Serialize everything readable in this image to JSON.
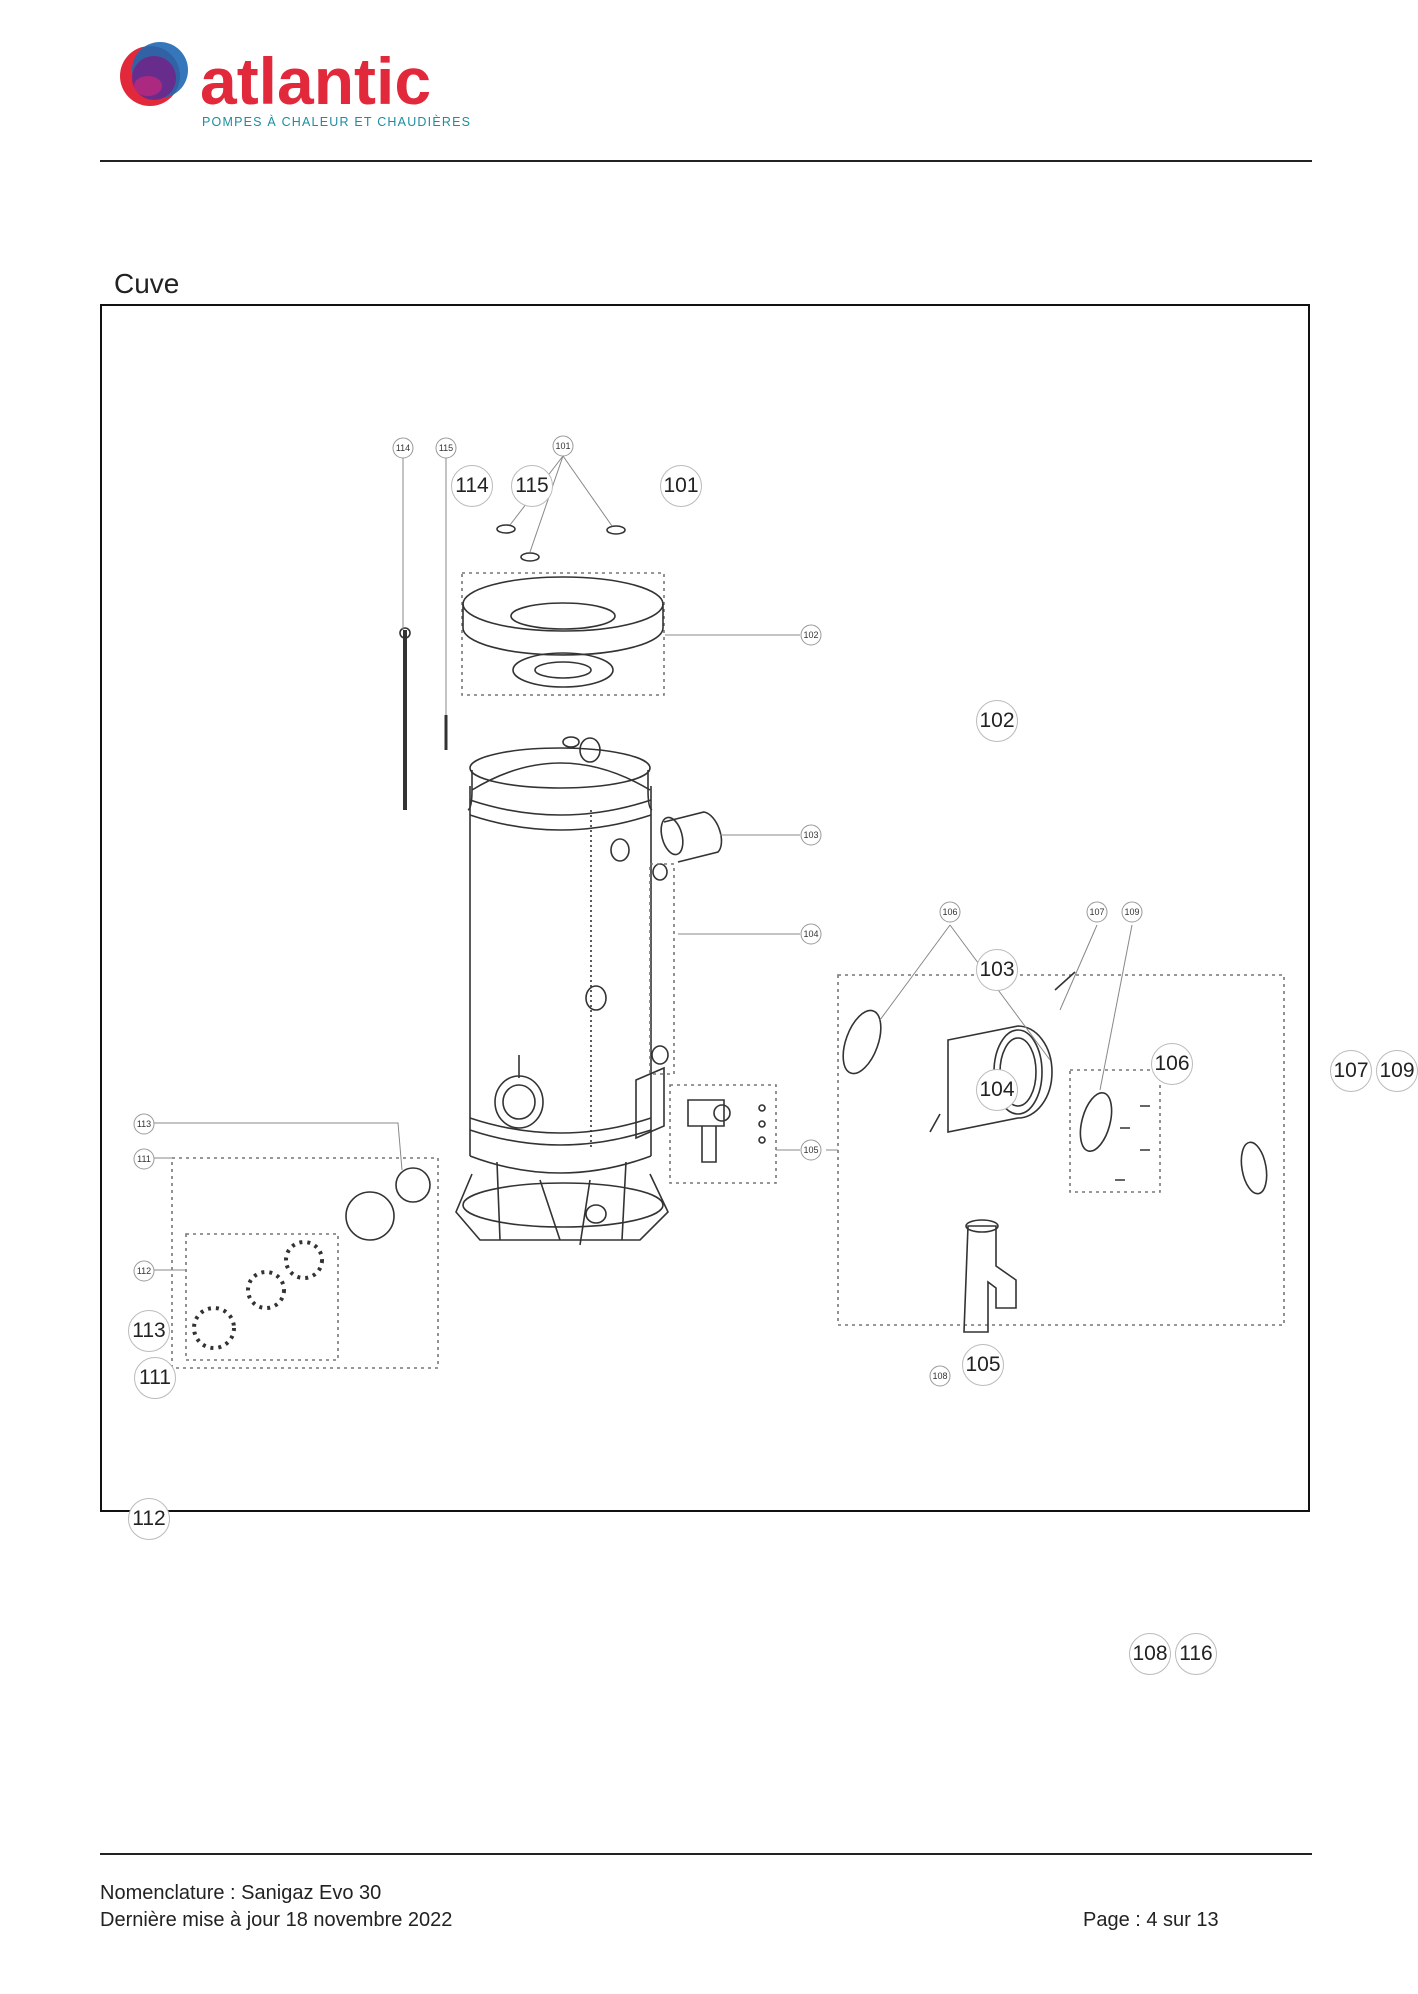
{
  "brand": {
    "name": "atlantic",
    "tagline": "POMPES À CHALEUR ET CHAUDIÈRES",
    "colors": {
      "red": "#e2283b",
      "blue": "#1f68b3",
      "purple": "#6b2a8a",
      "teal": "#1a8ea0"
    }
  },
  "section": {
    "title": "Cuve"
  },
  "drawing": {
    "small_callouts": [
      "114",
      "115",
      "101",
      "102",
      "103",
      "104",
      "105",
      "106",
      "107",
      "109",
      "108",
      "113",
      "111",
      "112"
    ],
    "part_numbers": [
      "114",
      "115",
      "101",
      "102",
      "103",
      "106",
      "104",
      "107",
      "109",
      "113",
      "111",
      "105",
      "112",
      "108",
      "116"
    ]
  },
  "footer": {
    "nomenclature": "Nomenclature : Sanigaz Evo 30",
    "updated": "Dernière mise à jour 18 novembre 2022",
    "page": "Page : 4 sur 13"
  }
}
